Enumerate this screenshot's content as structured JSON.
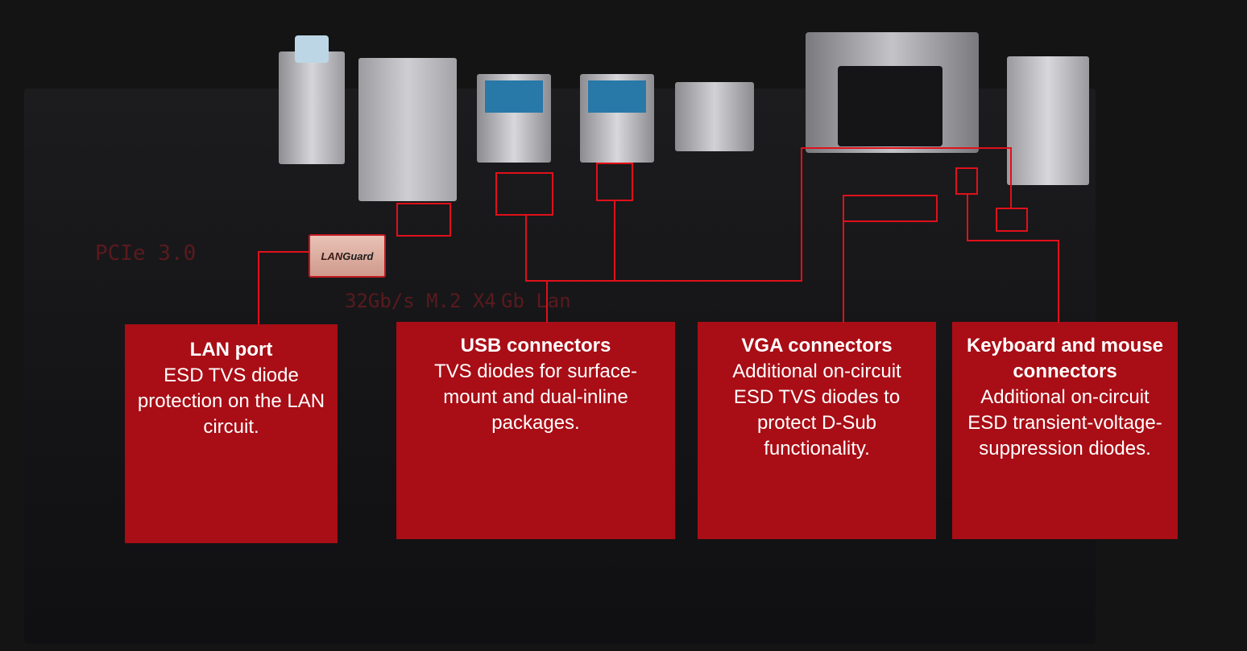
{
  "colors": {
    "background": "#141414",
    "accent_red": "#e0101a",
    "card_red": "#be0c16",
    "text": "#ffffff"
  },
  "chip_label": {
    "prefix": "LAN",
    "suffix": "Guard"
  },
  "silkscreen": {
    "pcie": "PCIe 3.0",
    "m2": "32Gb/s M.2 X4",
    "gblan": "Gb Lan"
  },
  "cards": [
    {
      "title": "LAN port",
      "body": "ESD TVS diode protection on the LAN circuit."
    },
    {
      "title": "USB connectors",
      "body": "TVS diodes for surface-mount and dual-inline packages."
    },
    {
      "title": "VGA connectors",
      "body": "Additional on-circuit ESD TVS diodes to protect D-Sub functionality."
    },
    {
      "title": "Keyboard and mouse connectors",
      "body": "Additional on-circuit ESD transient-voltage-suppression diodes."
    }
  ]
}
